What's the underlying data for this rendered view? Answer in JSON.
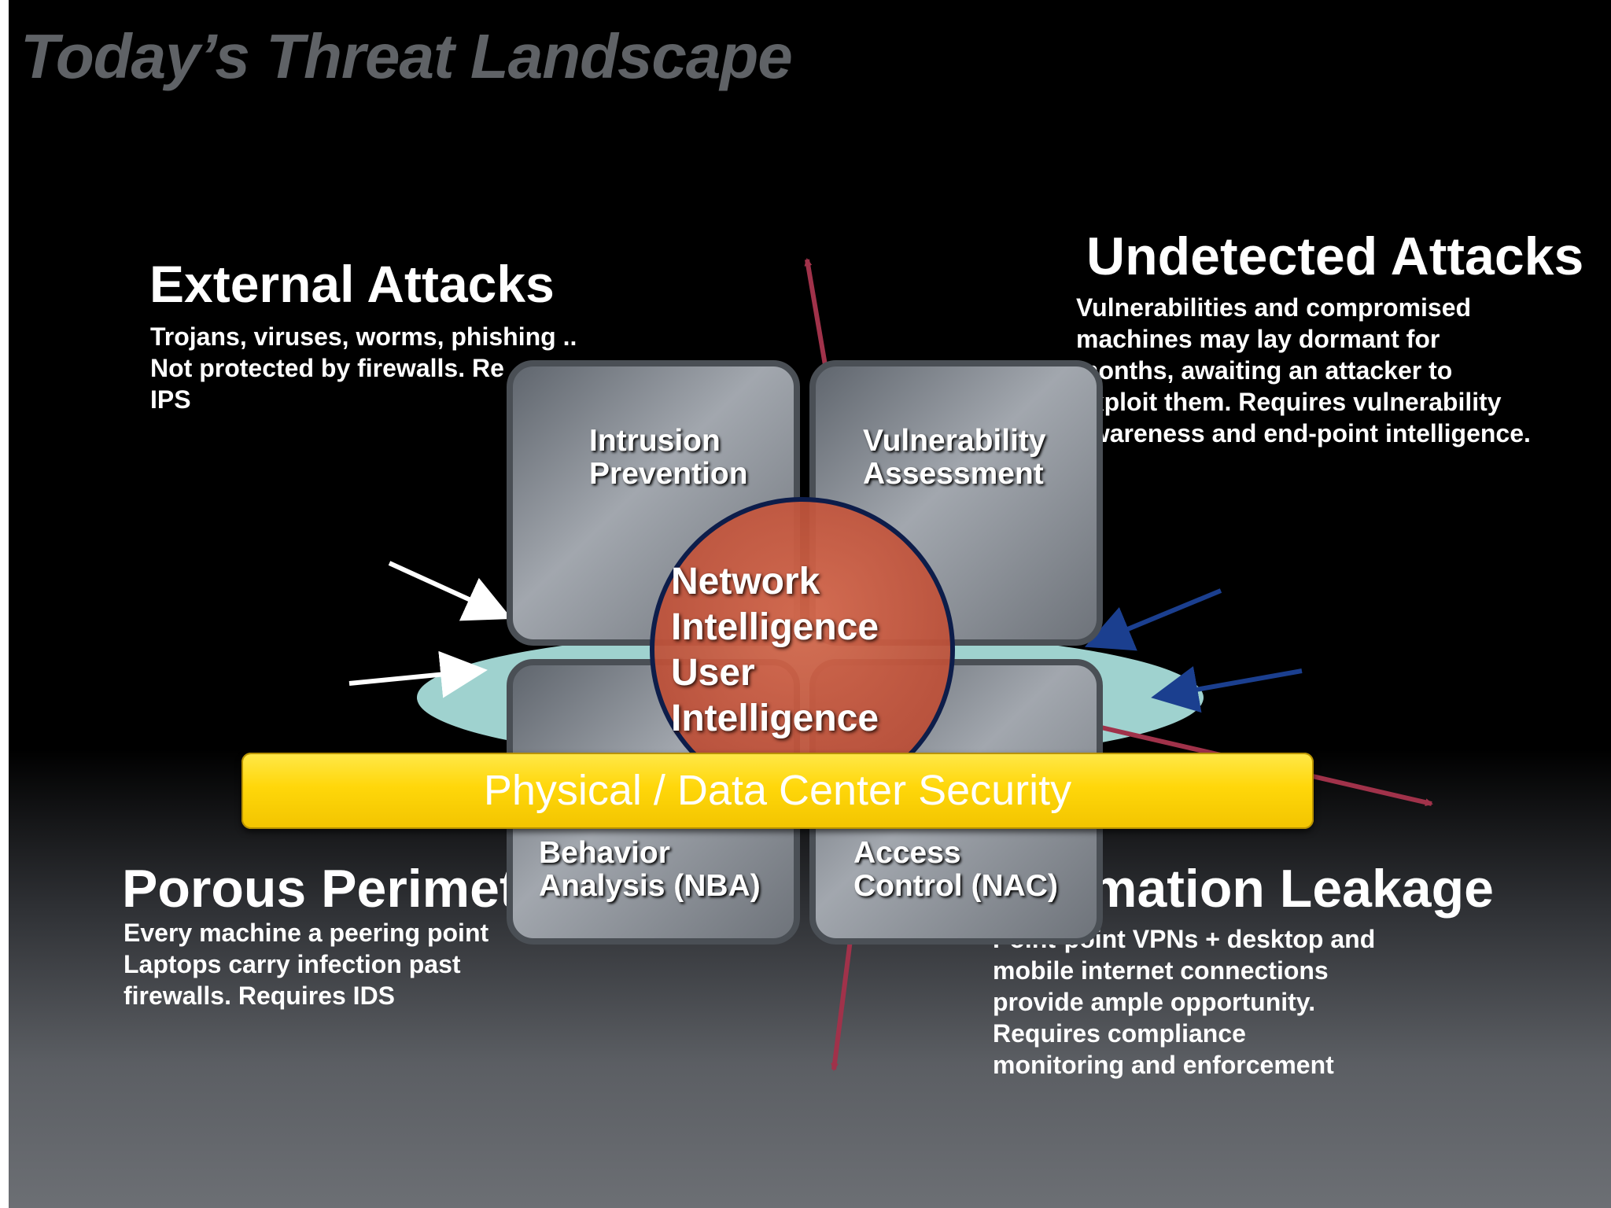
{
  "slide": {
    "title": "Today’s Threat Landscape"
  },
  "quadrants": {
    "external": {
      "heading": "External Attacks",
      "body": "Trojans, viruses, worms, phishing ..\nNot protected by firewalls. Re\nIPS"
    },
    "undetected": {
      "heading": "Undetected Attacks",
      "body": "Vulnerabilities and compromised\nmachines may lay dormant for\nmonths, awaiting an attacker to\nexploit them. Requires vulnerability\nawareness and end-point intelligence."
    },
    "porous": {
      "heading": "Porous Perimet",
      "body": "Every machine a peering point\nLaptops carry infection past\nfirewalls. Requires IDS"
    },
    "leakage": {
      "heading": "mation Leakage",
      "body": "Point-point VPNs + desktop and\nmobile internet connections\nprovide ample opportunity.\nRequires compliance\nmonitoring and enforcement"
    }
  },
  "tiles": {
    "top_left": "Intrusion\nPrevention",
    "top_right": "Vulnerability\nAssessment",
    "bottom_left": "Behavior\nAnalysis (NBA)",
    "bottom_right": "Access\nControl (NAC)"
  },
  "core": {
    "label": "Network\nIntelligence\nUser\nIntelligence"
  },
  "banner": {
    "label": "Physical / Data Center Security"
  },
  "colors": {
    "background": "#000000",
    "title": "#5f6266",
    "tile": "#8d939b",
    "core": "#c9593f",
    "core_ring": "#0d1d4a",
    "ellipse": "#9fd2cf",
    "banner": "#ffd70a",
    "arrow_red": "#a0324a",
    "arrow_blue": "#1b3f8f",
    "arrow_white": "#ffffff"
  }
}
